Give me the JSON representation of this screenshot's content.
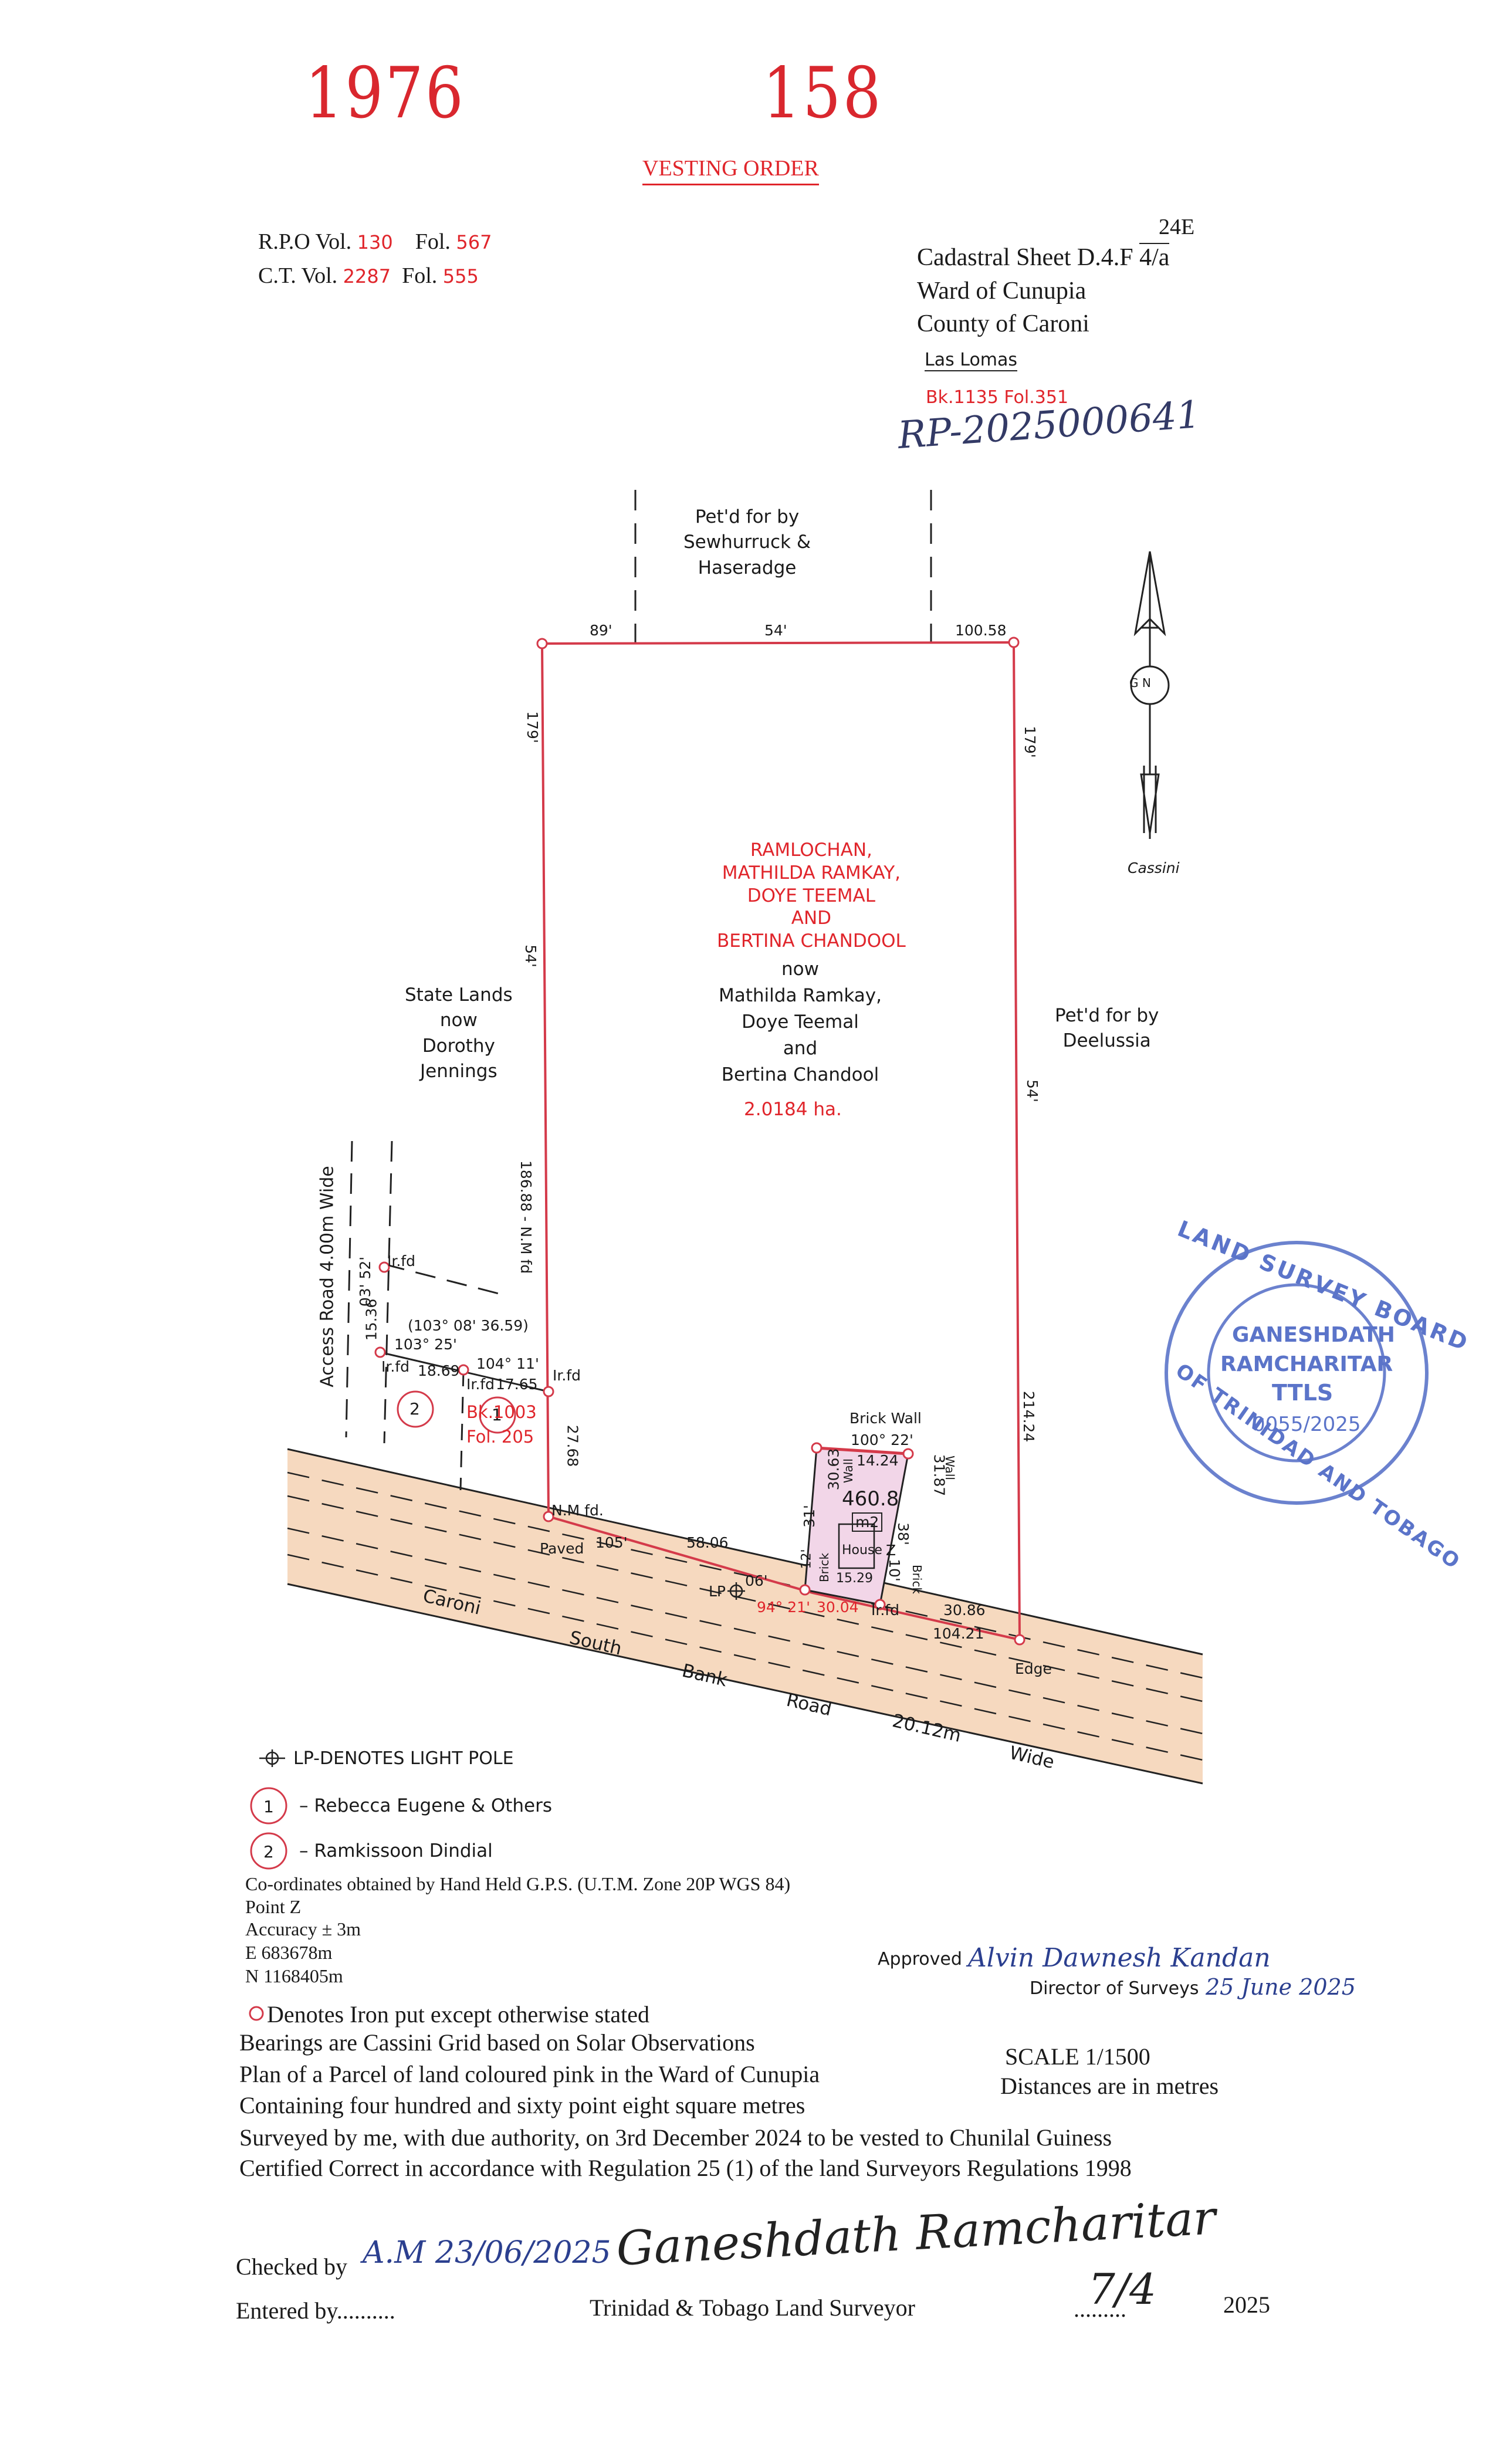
{
  "header": {
    "number_left": "1976",
    "number_right": "158",
    "title": "VESTING ORDER",
    "rpo_label": "R.P.O Vol.",
    "rpo_vol": "130",
    "fol_label": "Fol.",
    "rpo_fol": "567",
    "ct_label": "C.T.  Vol.",
    "ct_vol": "2287",
    "ct_fol": "555",
    "sheet_top": "24E",
    "sheet_label": "Cadastral Sheet D.4.F",
    "sheet_sub": "4/a",
    "ward": "Ward of Cunupia",
    "county": "County of Caroni",
    "locality": "Las Lomas",
    "book_ref": "Bk.1135  Fol.351",
    "rp_number": "RP-2025000641"
  },
  "map": {
    "north_owners": "Pet'd for by\nSewhurruck &\nHaseradge",
    "west_owners": "State Lands\nnow\nDorothy\nJennings",
    "east_owners": "Pet'd for by\nDeelussia",
    "parcel_owner_old": "RAMLOCHAN,\nMATHILDA RAMKAY,\nDOYE TEEMAL\nAND\nBERTINA CHANDOOL",
    "parcel_owner_new": "now\nMathilda Ramkay,\nDoye Teemal\nand\nBertina Chandool",
    "parcel_area": "2.0184 ha.",
    "top_left_bearing": "89'",
    "top_mid_bearing": "54'",
    "top_right_dist": "100.58",
    "left_bearing_1": "179'",
    "left_bearing_2": "54'",
    "left_dist": "186.88 - N.M fd",
    "right_bearing_1": "179'",
    "right_bearing_2": "54'",
    "right_dist": "214.24",
    "cassini": "Cassini",
    "north_arrow": "G N",
    "access_road": "Access  Road  4.00m  Wide",
    "ir_fd": "Ir.fd",
    "d_1536": "15.36",
    "b_0352": "03' 52'",
    "b_10308": "(103° 08' 36.59)",
    "b_10325": "103° 25'",
    "d_1869": "18.69",
    "b_10411": "104° 11'",
    "d_1765": "17.65",
    "d_2768": "27.68",
    "lot1": "1",
    "lot2": "2",
    "bk1003": "Bk.1003",
    "fol205": "Fol. 205",
    "nm_fd": "N.M fd.",
    "paved": "Paved",
    "b_105": "105'",
    "d_5806": "58.06",
    "b_06": "06'",
    "lp": "LP",
    "b_9421": "94° 21'",
    "d_3004": "30.04",
    "d_3086": "30.86",
    "d_10421": "104.21",
    "edge": "Edge",
    "brick_wall": "Brick Wall",
    "b_10022": "100° 22'",
    "d_1424": "14.24",
    "d_3063": "30.63",
    "wall": "Wall",
    "area_small": "460.8",
    "m2": "m2",
    "house": "House",
    "d_1529": "15.29",
    "b_31": "31'",
    "b_12": "12'",
    "brick": "Brick",
    "d_3187": "31.87",
    "b_38": "38'",
    "b_10": "10'",
    "z": "Z",
    "road_1": "Caroni",
    "road_2": "South",
    "road_3": "Bank",
    "road_4": "Road",
    "road_5": "20.12m",
    "road_6": "Wide"
  },
  "stamp": {
    "line1": "LAND SURVEY BOARD",
    "line2": "OF TRINIDAD AND TOBAGO",
    "name1": "GANESHDATH",
    "name2": "RAMCHARITAR",
    "ttls": "TTLS",
    "reg": "0055/2025",
    "color": "#5b74c9"
  },
  "legend": {
    "lp": "LP-DENOTES LIGHT POLE",
    "item1_num": "1",
    "item1": "Rebecca Eugene & Others",
    "item2_num": "2",
    "item2": "Ramkissoon Dindial"
  },
  "coords": {
    "line1": "Co-ordinates obtained by Hand Held G.P.S. (U.T.M. Zone 20P WGS 84)",
    "line2": "Point Z",
    "line3": "Accuracy ± 3m",
    "line4": "E 683678m",
    "line5": "N 1168405m"
  },
  "approval": {
    "approved": "Approved",
    "signature": "Alvin Dawnesh Kandan",
    "director": "Director of Surveys",
    "date": "25 June 2025"
  },
  "notes": {
    "iron": "Denotes Iron put except otherwise stated",
    "bearings": "Bearings are Cassini Grid based on Solar Observations",
    "plan": "Plan of a Parcel of land coloured pink in the Ward of Cunupia",
    "containing": "Containing four hundred and sixty point eight square metres",
    "surveyed": "Surveyed by me, with due authority, on 3rd December 2024 to be vested to Chunilal Guiness",
    "certified": "Certified Correct in accordance with Regulation 25 (1) of the land Surveyors Regulations 1998",
    "scale": "SCALE 1/1500",
    "distances": "Distances are in metres"
  },
  "signoff": {
    "checked": "Checked by",
    "checked_sig": "A.M 23/06/2025",
    "surveyor_sig": "Ganeshdath Ramcharitar",
    "entered": "Entered by..........",
    "surveyor": "Trinidad & Tobago Land Surveyor",
    "date_hand": "7/4",
    "date_dots": ".........",
    "year": "2025"
  }
}
